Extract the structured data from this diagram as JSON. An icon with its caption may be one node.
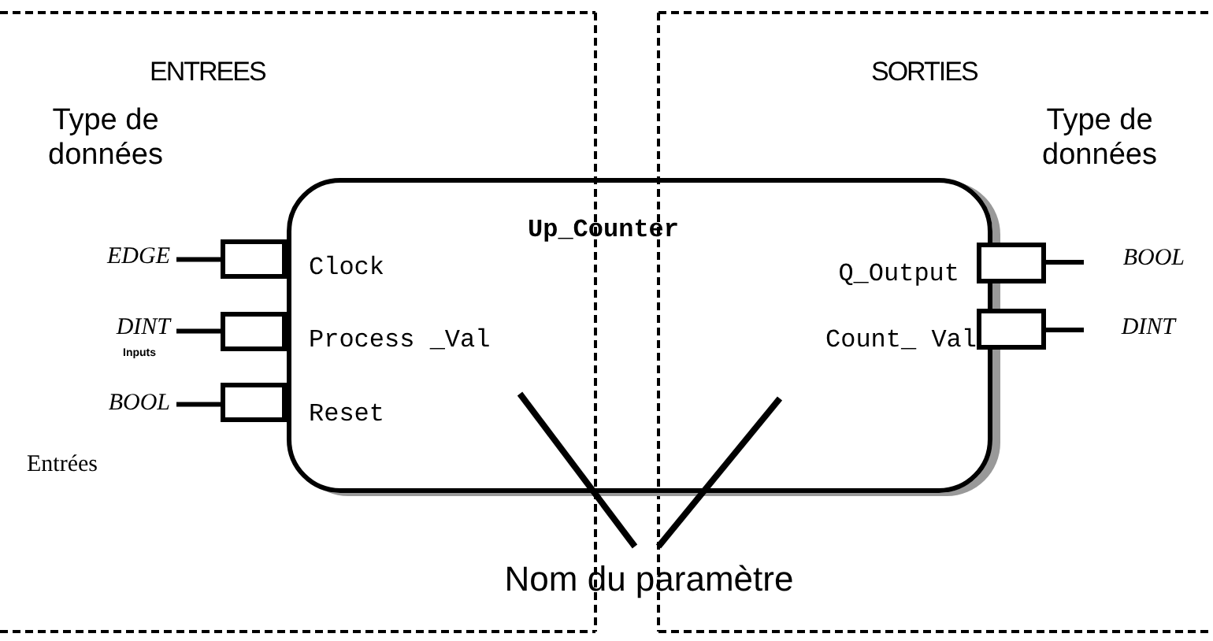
{
  "diagram": {
    "nodes": [
      {
        "text": [
          "Up_Counter",
          "Clock",
          "Process _Val",
          "Reset",
          "Q_Output",
          "Count_ Val"
        ]
      },
      {
        "text": [],
        "shape": "box"
      },
      {
        "text": [],
        "shape": "box"
      },
      {
        "text": [],
        "shape": "box"
      },
      {
        "text": [],
        "shape": "box"
      },
      {
        "text": [],
        "shape": "box"
      },
      {
        "text": [
          "EDGE"
        ]
      },
      {
        "text": [
          "DINT"
        ],
        "beside": [
          "Inputs"
        ]
      },
      {
        "text": [
          "BOOL"
        ]
      },
      {
        "text": [
          "BOOL"
        ]
      },
      {
        "text": [
          "DINT"
        ]
      },
      {
        "text": [
          "Nom du paramètre"
        ]
      }
    ],
    "edges": [
      {
        "from": 6,
        "to": 1,
        "arrow": "none"
      },
      {
        "from": 7,
        "to": 2,
        "arrow": "none"
      },
      {
        "from": 8,
        "to": 3,
        "arrow": "none"
      },
      {
        "from": 4,
        "to": 9,
        "arrow": "none"
      },
      {
        "from": 5,
        "to": 10,
        "arrow": "none"
      },
      {
        "from": 11,
        "to": 0,
        "arrow": "none"
      },
      {
        "from": 11,
        "to": 0,
        "arrow": "none"
      }
    ],
    "labels": [
      "ENTREES",
      "SORTIES",
      "Type de données",
      "Type de données",
      "Entrées"
    ]
  }
}
